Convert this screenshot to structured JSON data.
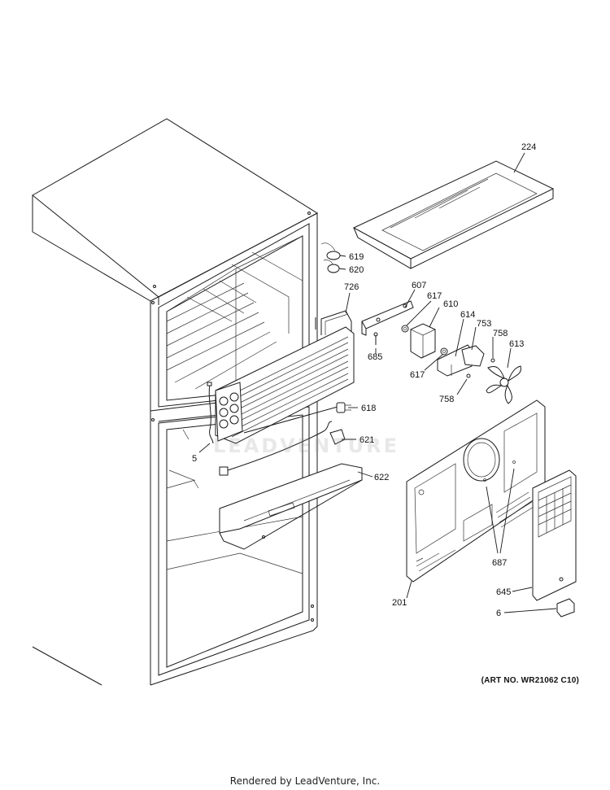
{
  "art_number": "(ART NO. WR21062 C10)",
  "footer": "Rendered by LeadVenture, Inc.",
  "watermark": "LEADVENTURE",
  "callouts": [
    {
      "id": "c224",
      "label": "224"
    },
    {
      "id": "c619",
      "label": "619"
    },
    {
      "id": "c620",
      "label": "620"
    },
    {
      "id": "c726",
      "label": "726"
    },
    {
      "id": "c607",
      "label": "607"
    },
    {
      "id": "c617a",
      "label": "617"
    },
    {
      "id": "c610",
      "label": "610"
    },
    {
      "id": "c614",
      "label": "614"
    },
    {
      "id": "c753",
      "label": "753"
    },
    {
      "id": "c758a",
      "label": "758"
    },
    {
      "id": "c613",
      "label": "613"
    },
    {
      "id": "c685",
      "label": "685"
    },
    {
      "id": "c617b",
      "label": "617"
    },
    {
      "id": "c758b",
      "label": "758"
    },
    {
      "id": "c618",
      "label": "618"
    },
    {
      "id": "c621",
      "label": "621"
    },
    {
      "id": "c5",
      "label": "5"
    },
    {
      "id": "c622",
      "label": "622"
    },
    {
      "id": "c687",
      "label": "687"
    },
    {
      "id": "c645",
      "label": "645"
    },
    {
      "id": "c201",
      "label": "201"
    },
    {
      "id": "c6",
      "label": "6"
    }
  ]
}
